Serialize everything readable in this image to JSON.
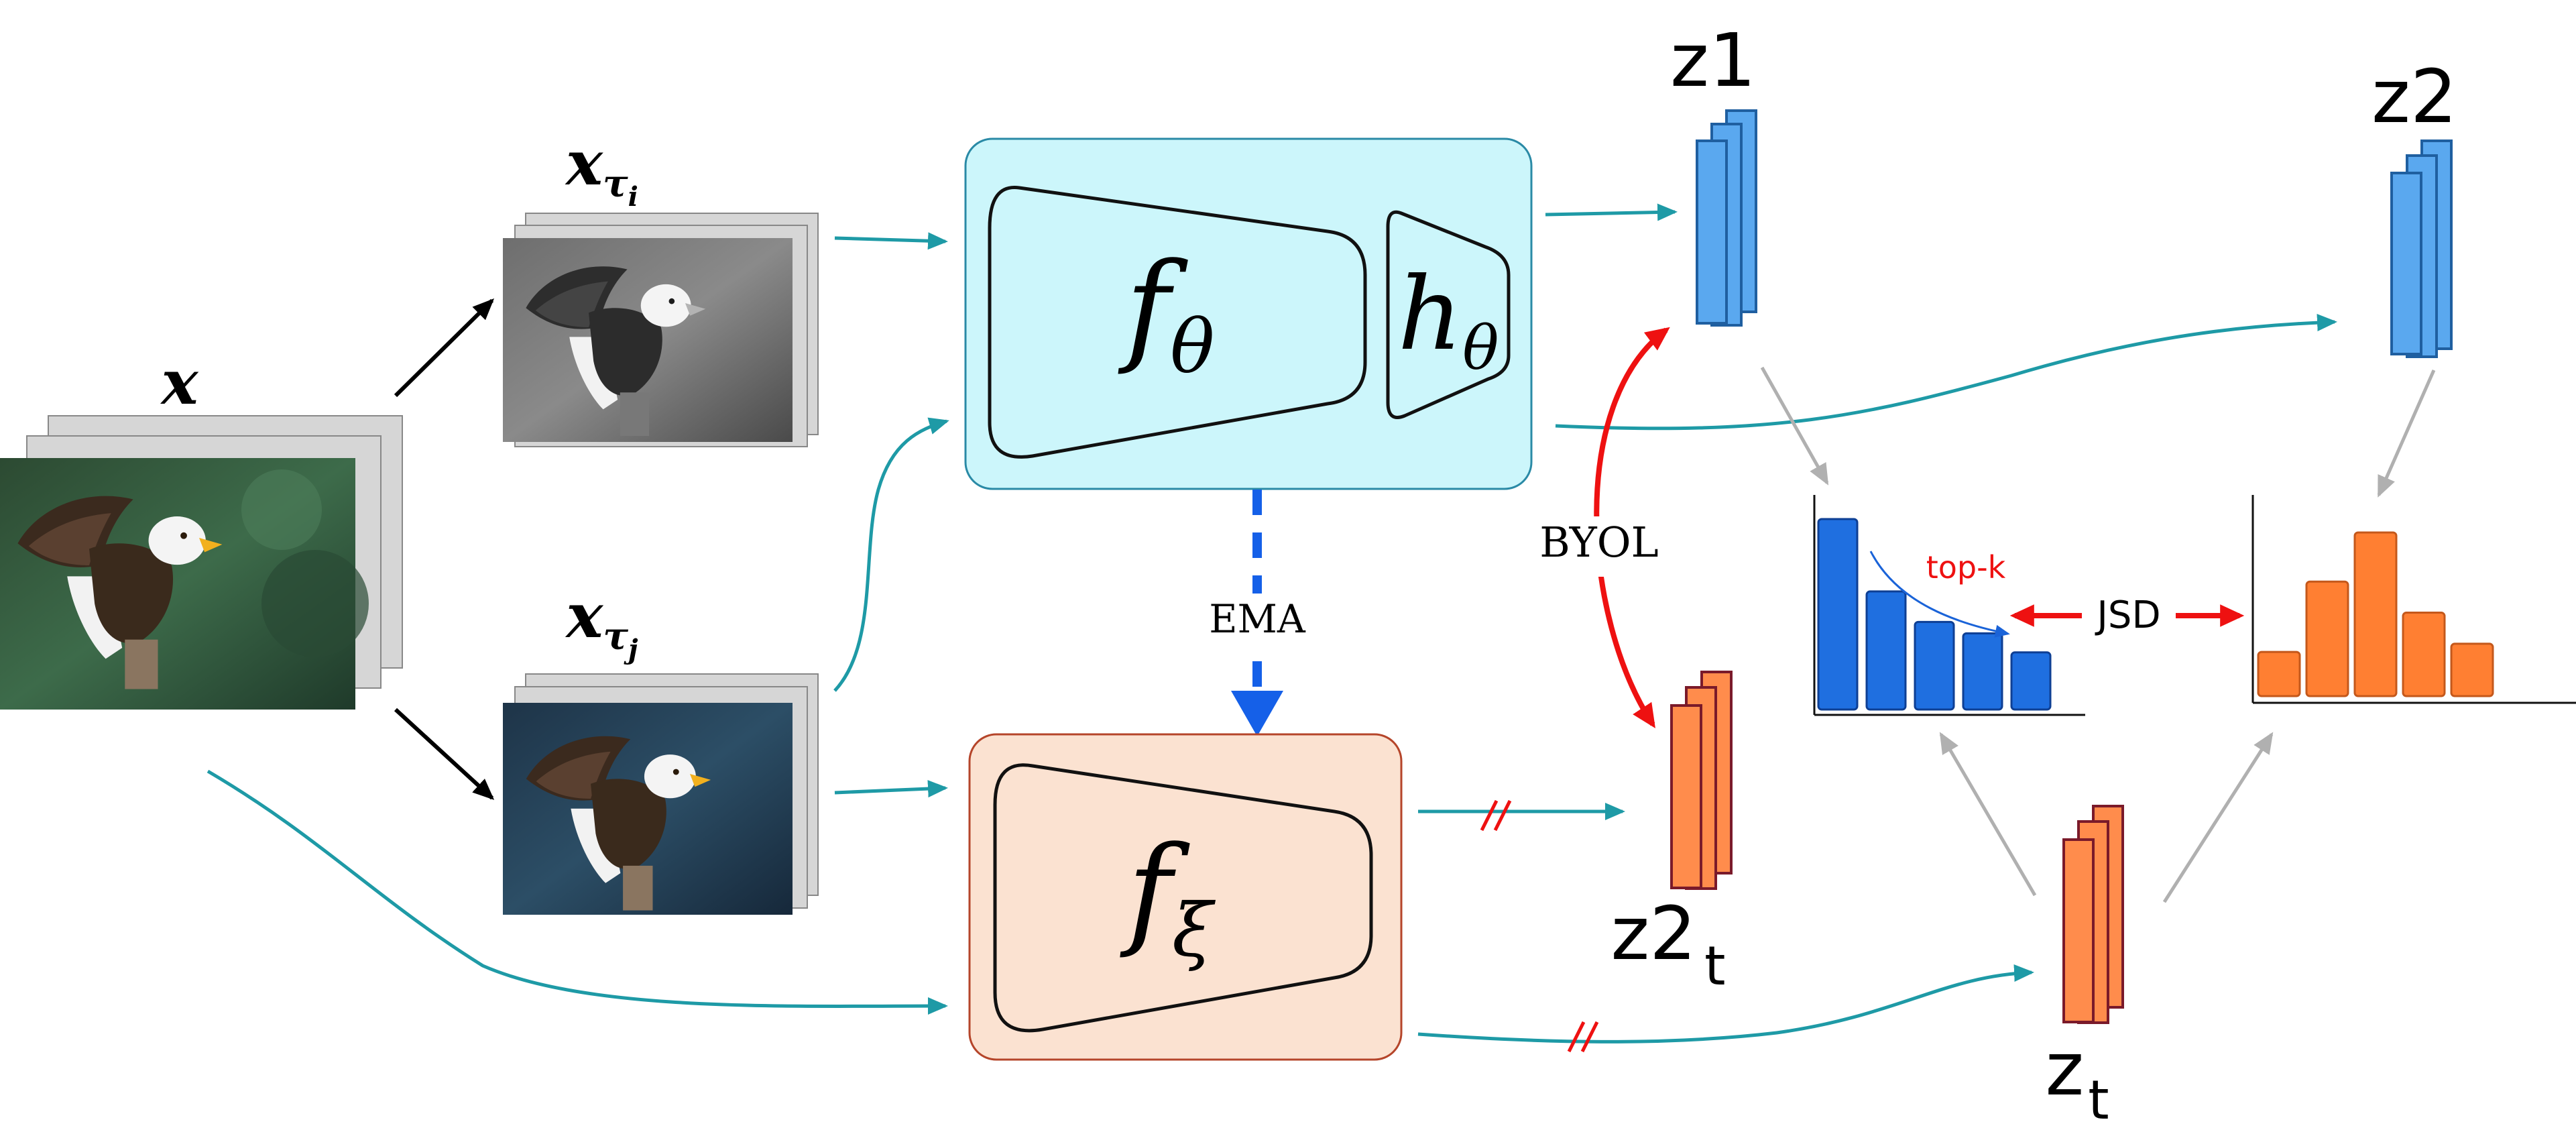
{
  "inputs": {
    "x": {
      "symbol": "x"
    },
    "view_i": {
      "symbol": "x",
      "subscript": "τ",
      "subsub": "i"
    },
    "view_j": {
      "symbol": "x",
      "subscript": "τ",
      "subsub": "j"
    }
  },
  "modules": {
    "online_encoder": {
      "symbol": "f",
      "subscript": "θ"
    },
    "online_head": {
      "symbol": "h",
      "subscript": "θ"
    },
    "target_encoder": {
      "symbol": "f",
      "subscript": "ξ"
    },
    "ema_label": "EMA"
  },
  "embeddings": {
    "z1": {
      "main": "z1",
      "sub": ""
    },
    "z2": {
      "main": "z2",
      "sub": ""
    },
    "z2t": {
      "main": "z2",
      "sub": "t"
    },
    "zt": {
      "main": "z",
      "sub": "t"
    }
  },
  "losses": {
    "byol": "BYOL",
    "jsd": "JSD",
    "topk": "top-k"
  },
  "histograms": {
    "left": {
      "values": [
        1.0,
        0.62,
        0.46,
        0.4,
        0.3
      ],
      "color": "#1f6fe0"
    },
    "right": {
      "values": [
        0.27,
        0.7,
        1.0,
        0.51,
        0.32
      ],
      "color": "#ff7f32"
    }
  },
  "colors": {
    "online_box": "#ccf6fb",
    "target_box": "#fbe2d1",
    "arrow_teal": "#1e9aa6",
    "arrow_red": "#ee1111",
    "ema_blue": "#1560e8",
    "z_blue": "#5aa8ef",
    "z_orange": "#ff8c4c"
  }
}
